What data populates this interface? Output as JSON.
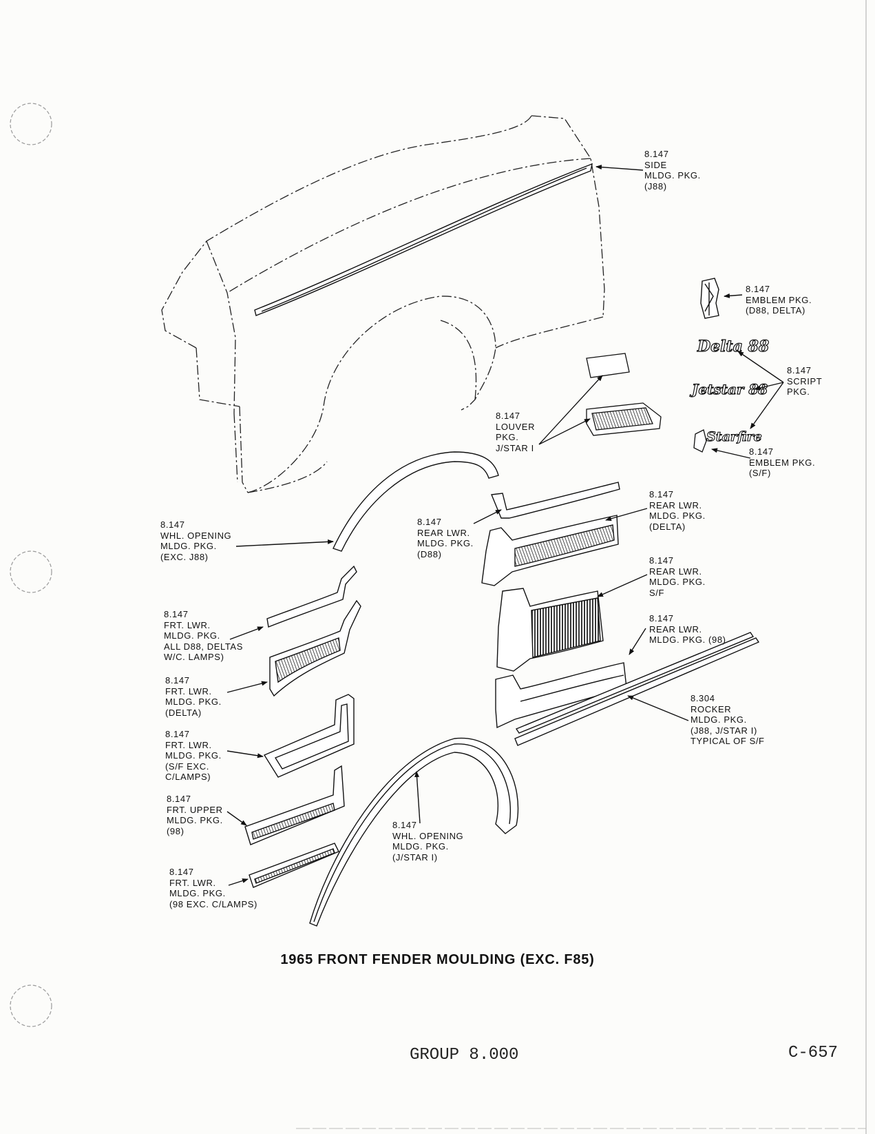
{
  "title": "1965 FRONT FENDER MOULDING (EXC. F85)",
  "footer": {
    "group": "GROUP 8.000",
    "page": "C-657"
  },
  "callouts": {
    "side_mldg": [
      "8.147",
      "SIDE",
      "MLDG. PKG.",
      "(J88)"
    ],
    "emblem_d88": [
      "8.147",
      "EMBLEM PKG.",
      "(D88, DELTA)"
    ],
    "script": [
      "8.147",
      "SCRIPT",
      "PKG."
    ],
    "louver": [
      "8.147",
      "LOUVER",
      "PKG.",
      "J/STAR I"
    ],
    "emblem_sf": [
      "8.147",
      "EMBLEM PKG.",
      "(S/F)"
    ],
    "rear_lwr_delta": [
      "8.147",
      "REAR LWR.",
      "MLDG. PKG.",
      "(DELTA)"
    ],
    "whl_opening_exc": [
      "8.147",
      "WHL. OPENING",
      "MLDG. PKG.",
      "(EXC. J88)"
    ],
    "rear_lwr_d88": [
      "8.147",
      "REAR LWR.",
      "MLDG. PKG.",
      "(D88)"
    ],
    "rear_lwr_sf": [
      "8.147",
      "REAR LWR.",
      "MLDG. PKG.",
      "S/F"
    ],
    "frt_lwr_all": [
      "8.147",
      "FRT. LWR.",
      "MLDG. PKG.",
      "ALL D88, DELTAS",
      "W/C. LAMPS)"
    ],
    "rear_lwr_98": [
      "8.147",
      "REAR LWR.",
      "MLDG. PKG. (98)"
    ],
    "frt_lwr_delta": [
      "8.147",
      "FRT. LWR.",
      "MLDG. PKG.",
      "(DELTA)"
    ],
    "rocker": [
      "8.304",
      "ROCKER",
      "MLDG. PKG.",
      "(J88, J/STAR I)",
      "TYPICAL OF S/F"
    ],
    "frt_lwr_sf": [
      "8.147",
      "FRT. LWR.",
      "MLDG. PKG.",
      "(S/F EXC.",
      "C/LAMPS)"
    ],
    "frt_upper_98": [
      "8.147",
      "FRT. UPPER",
      "MLDG. PKG.",
      "(98)"
    ],
    "whl_opening_jstar": [
      "8.147",
      "WHL. OPENING",
      "MLDG. PKG.",
      "(J/STAR I)"
    ],
    "frt_lwr_98": [
      "8.147",
      "FRT. LWR.",
      "MLDG. PKG.",
      "(98 EXC. C/LAMPS)"
    ]
  },
  "scripts": {
    "delta": "Delta 88",
    "jetstar": "Jetstar 88",
    "starfire": "Starfire"
  }
}
